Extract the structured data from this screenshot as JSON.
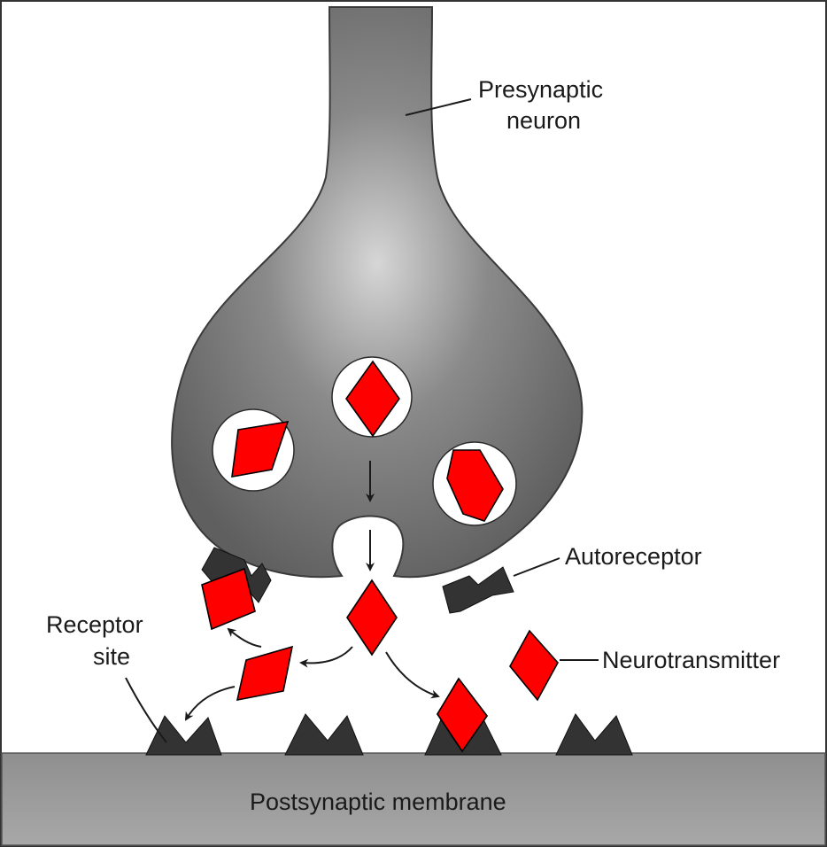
{
  "labels": {
    "presynaptic": [
      "Presynaptic",
      "neuron"
    ],
    "autoreceptor": "Autoreceptor",
    "receptor_site": [
      "Receptor",
      "site"
    ],
    "neurotransmitter": "Neurotransmitter",
    "postsynaptic": "Postsynaptic membrane"
  },
  "colors": {
    "neurotransmitter": "#ff0000",
    "neuron": "#6e6e6e",
    "membrane": "#9a9a9a"
  }
}
